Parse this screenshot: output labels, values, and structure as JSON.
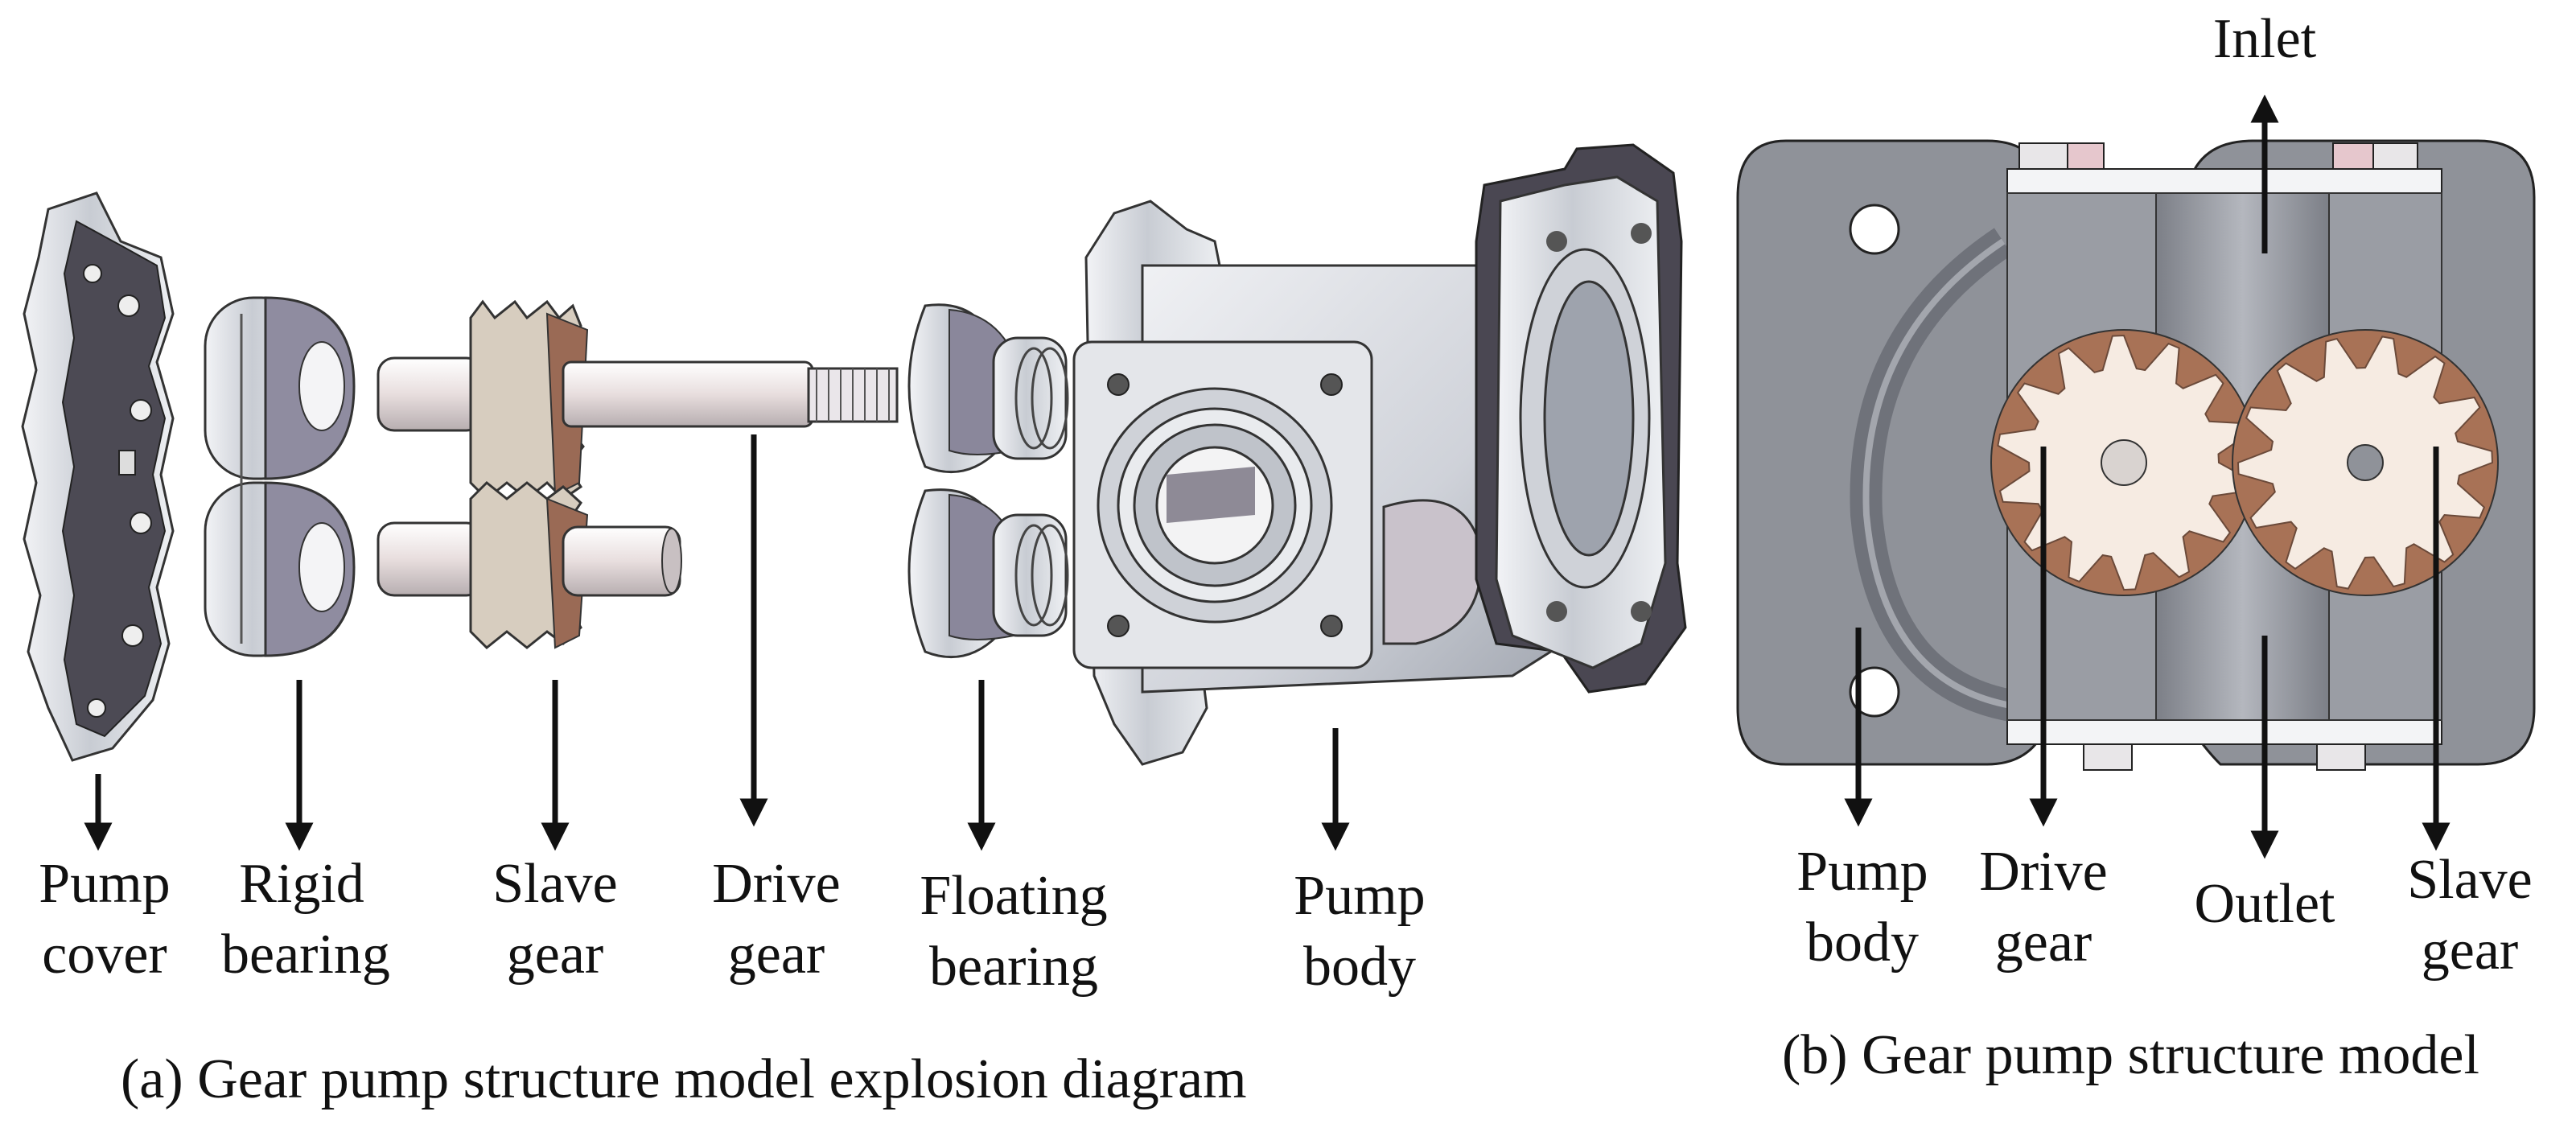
{
  "panel_a": {
    "caption": "(a) Gear pump structure model explosion diagram",
    "labels": [
      {
        "line1": "Pump",
        "line2": "cover"
      },
      {
        "line1": "Rigid",
        "line2": "bearing"
      },
      {
        "line1": "Slave",
        "line2": "gear"
      },
      {
        "line1": "Drive",
        "line2": "gear"
      },
      {
        "line1": "Floating",
        "line2": "bearing"
      },
      {
        "line1": "Pump",
        "line2": "body"
      }
    ]
  },
  "panel_b": {
    "caption": "(b) Gear pump structure model",
    "inlet": "Inlet",
    "outlet": "Outlet",
    "labels": [
      {
        "line1": "Pump",
        "line2": "body"
      },
      {
        "line1": "Drive",
        "line2": "gear"
      },
      {
        "line1": "Slave",
        "line2": "gear"
      }
    ]
  },
  "colors": {
    "metal_light": "#d9dce2",
    "metal_dark": "#4a4752",
    "housing_gray": "#8f9299",
    "gear_cream": "#f6ebe2",
    "gear_bronze": "#a87256",
    "arrow": "#111111"
  }
}
